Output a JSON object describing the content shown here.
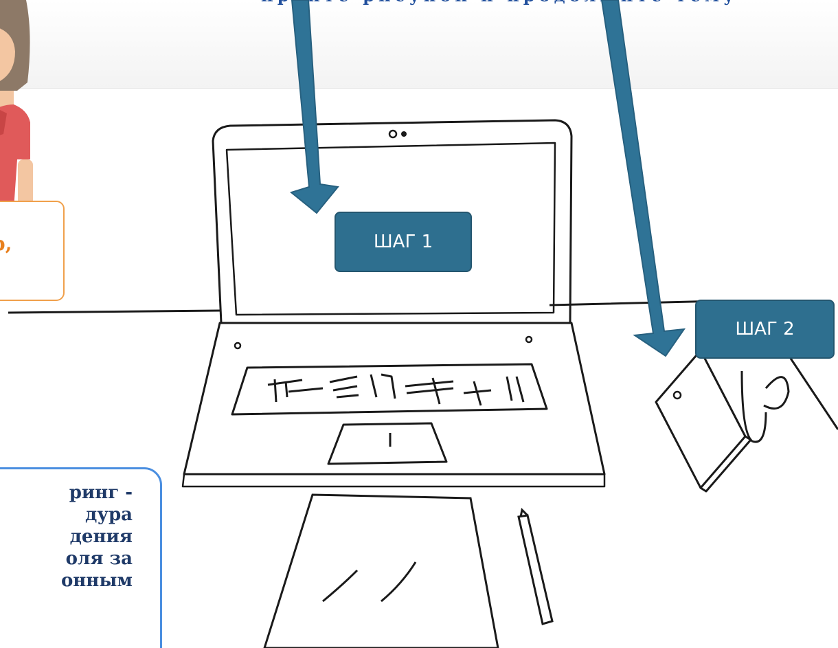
{
  "header": {
    "heading_fragment": "ируйте рисунок и продолжите тему"
  },
  "labels": {
    "step_1": "ШАГ 1",
    "step_2": "ШАГ 2"
  },
  "callouts": {
    "orange_fragment": "р,",
    "definition_lines": [
      "ринг -",
      "дура",
      "дения",
      "оля за",
      "онным"
    ]
  },
  "icons": {
    "avatar": "woman-avatar-icon",
    "laptop": "laptop-sketch-icon",
    "phone": "phone-sketch-icon",
    "cup": "cup-sketch-icon",
    "paper": "paper-sketch-icon",
    "pen": "pen-sketch-icon",
    "arrow": "arrow-down-icon"
  },
  "colors": {
    "label_bg": "#2e6f8f",
    "arrow": "#2f7396",
    "orange_accent": "#e8801e",
    "blue_accent": "#4a8ee0",
    "heading": "#1f4e9c"
  }
}
